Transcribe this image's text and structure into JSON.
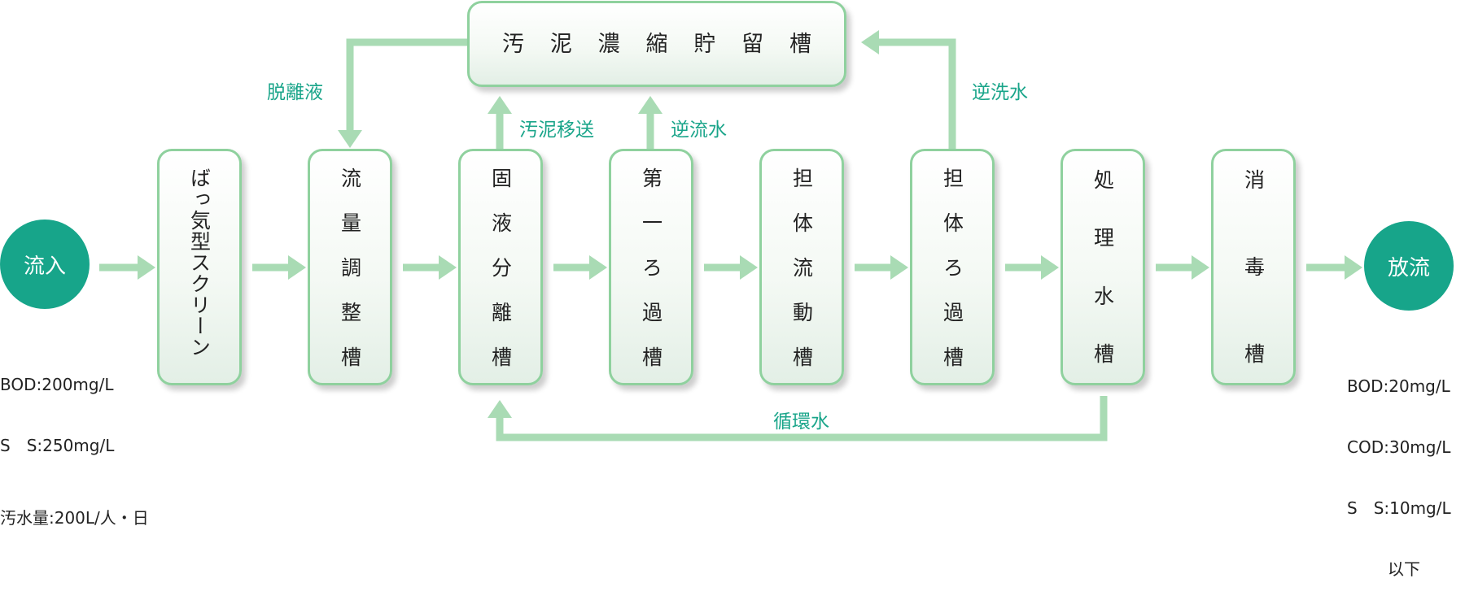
{
  "inflow": {
    "label": "流入",
    "spec1": "BOD:200mg/L",
    "spec2": "S　S:250mg/L",
    "spec3": "汚水量:200L/人・日"
  },
  "outflow": {
    "label": "放流",
    "spec1": "BOD:20mg/L",
    "spec2": "COD:30mg/L",
    "spec3": "S　S:10mg/L",
    "spec4": "以下"
  },
  "tanks": {
    "screen": "ばっ気型スクリーン",
    "flow_adjust": [
      "流",
      "量",
      "調",
      "整",
      "槽"
    ],
    "solid_liquid": [
      "固",
      "液",
      "分",
      "離",
      "槽"
    ],
    "first_filter": [
      "第",
      "一",
      "ろ",
      "過",
      "槽"
    ],
    "carrier_fluid": [
      "担",
      "体",
      "流",
      "動",
      "槽"
    ],
    "carrier_filter": [
      "担",
      "体",
      "ろ",
      "過",
      "槽"
    ],
    "treated_water": [
      "処",
      "理",
      "水",
      "槽"
    ],
    "disinfection": [
      "消",
      "毒",
      "槽"
    ]
  },
  "sludge_tank": [
    "汚",
    "泥",
    "濃",
    "縮",
    "貯",
    "留",
    "槽"
  ],
  "flow_labels": {
    "desorption": "脱離液",
    "sludge_transfer": "汚泥移送",
    "reverse_flow": "逆流水",
    "backwash": "逆洗水",
    "circulation": "循環水"
  },
  "colors": {
    "arrow": "#a9dbb4",
    "box_border": "#8fd19e",
    "circle": "#17a58a",
    "label_text": "#1aa58a"
  }
}
